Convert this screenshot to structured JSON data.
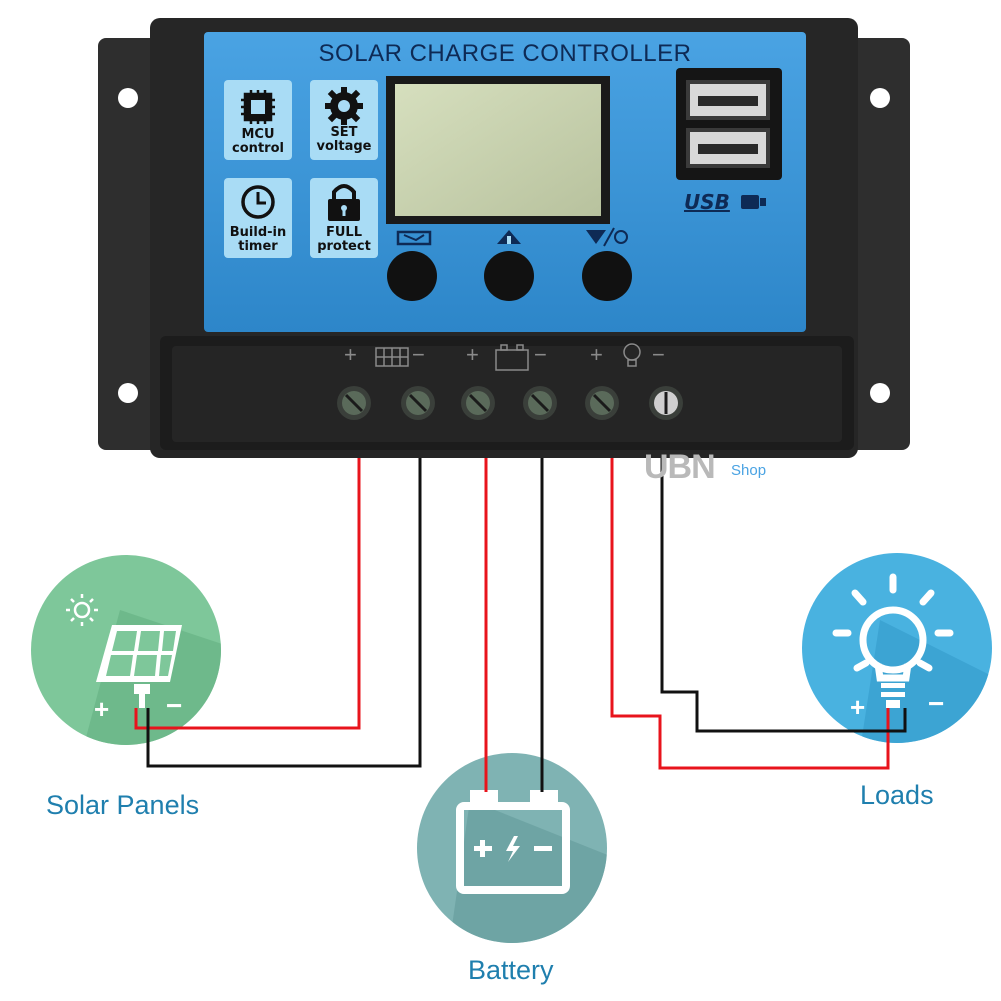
{
  "controller": {
    "title": "SOLAR CHARGE CONTROLLER",
    "features": [
      {
        "icon": "chip-icon",
        "line1": "MCU",
        "line2": "control"
      },
      {
        "icon": "gear-icon",
        "line1": "SET",
        "line2": "voltage"
      },
      {
        "icon": "clock-icon",
        "line1": "Build-in",
        "line2": "timer"
      },
      {
        "icon": "lock-icon",
        "line1": "FULL",
        "line2": "protect"
      }
    ],
    "usb_label": "USB",
    "buttons": [
      {
        "icon": "menu-icon"
      },
      {
        "icon": "up-arrow-icon"
      },
      {
        "icon": "down-arrow-bulb-icon"
      }
    ],
    "terminal_groups": [
      {
        "icon": "solar-panel-icon",
        "plus": "+",
        "minus": "−"
      },
      {
        "icon": "battery-icon",
        "plus": "+",
        "minus": "−"
      },
      {
        "icon": "bulb-icon",
        "plus": "+",
        "minus": "−"
      }
    ]
  },
  "watermark": {
    "main": "UBN",
    "sub": "Shop"
  },
  "solar": {
    "caption": "Solar Panels",
    "plus": "+",
    "minus": "−",
    "icon": "solar-panel-icon"
  },
  "battery": {
    "caption": "Battery",
    "icon": "battery-icon"
  },
  "loads": {
    "caption": "Loads",
    "plus": "+",
    "minus": "−",
    "icon": "light-bulb-icon"
  },
  "colors": {
    "panel_blue": "#3a96d8",
    "housing": "#2b2b2b",
    "wire_positive": "#e8141c",
    "wire_negative": "#111111",
    "solar_circle": "#7ec79a",
    "battery_circle": "#7fb3b3",
    "loads_circle": "#49b2e0",
    "caption": "#1f7fae"
  }
}
